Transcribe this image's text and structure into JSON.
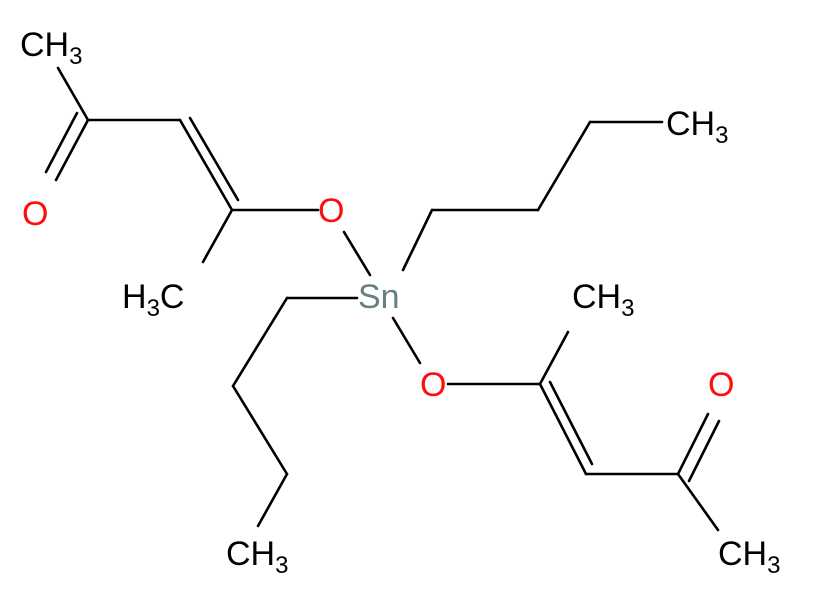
{
  "molecule": {
    "atom_labels": {
      "ch3_top_left": "CH3",
      "o_carbonyl_left": "O",
      "o_ether_upper": "O",
      "h3c_left": "H3C",
      "sn": "Sn",
      "ch3_butyl_upper": "CH3",
      "ch3_right_upper": "CH3",
      "o_ether_lower": "O",
      "o_carbonyl_right": "O",
      "ch3_butyl_lower": "CH3",
      "ch3_bottom_right": "CH3"
    },
    "colors": {
      "carbon": "#000000",
      "oxygen": "#ff0d0d",
      "tin": "#668080"
    }
  }
}
